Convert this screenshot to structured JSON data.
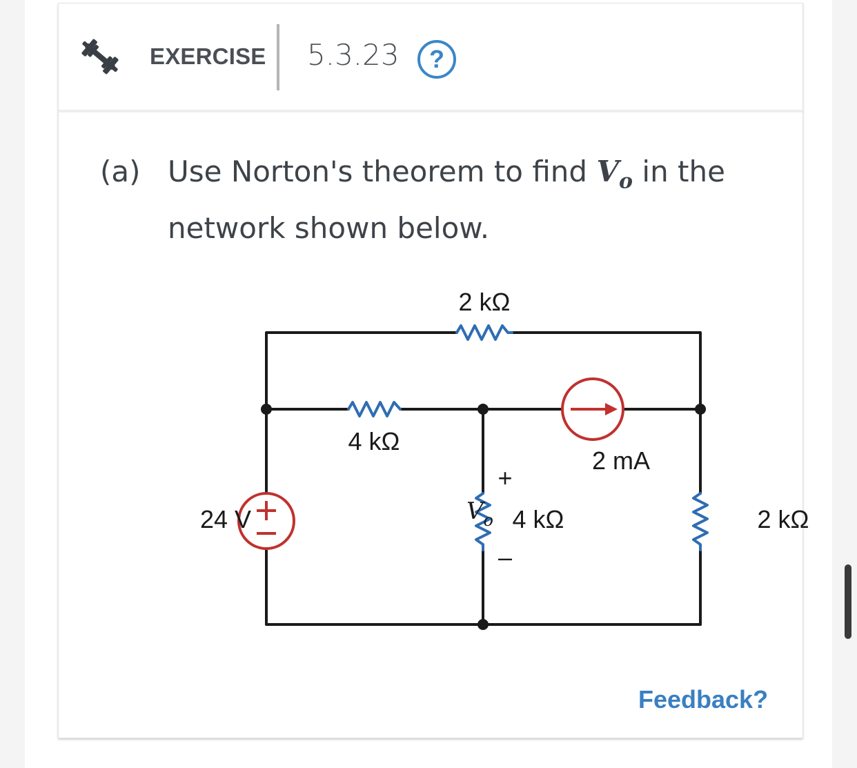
{
  "header": {
    "label": "EXERCISE",
    "number": "5.3.23",
    "help_glyph": "?",
    "icon": "dumbbell-icon"
  },
  "problem": {
    "part": "(a)",
    "text_before": "Use Norton's theorem to find ",
    "var_main": "V",
    "var_sub": "o",
    "text_after": " in the network shown below."
  },
  "circuit": {
    "labels": {
      "r_top": "2 kΩ",
      "r_mid": "4 kΩ",
      "source_current": "2 mA",
      "source_voltage": "24 V",
      "r_center": "4 kΩ",
      "r_right": "2 kΩ",
      "vo_plus": "+",
      "vo_main": "V",
      "vo_sub": "o",
      "vo_minus": "–"
    },
    "colors": {
      "wire": "#1a1a1a",
      "resistor": "#2f6db3",
      "source": "#c0312f"
    }
  },
  "footer": {
    "feedback": "Feedback?"
  },
  "colors": {
    "accent": "#3a86c8",
    "text": "#3d4349"
  }
}
